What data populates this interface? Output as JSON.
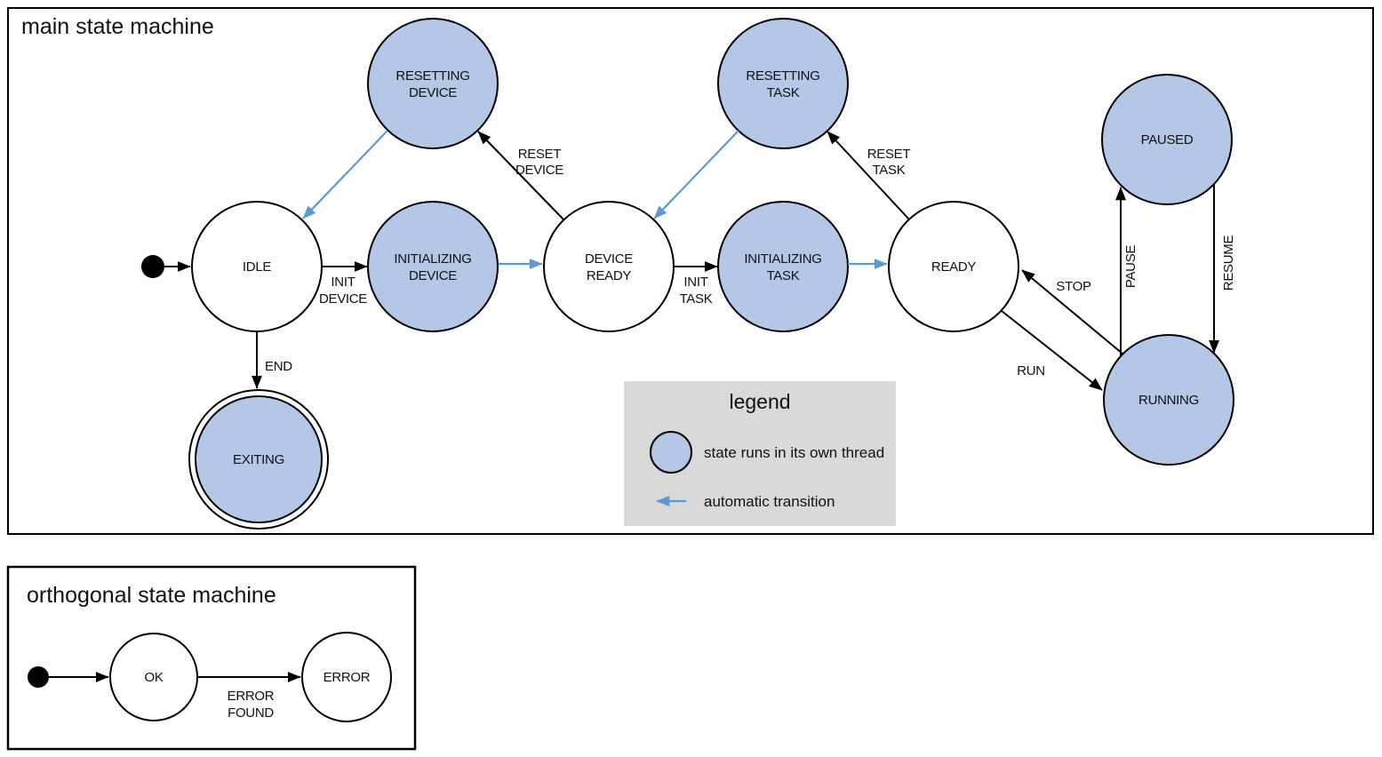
{
  "colors": {
    "threaded_state_fill": "#b4c7e7",
    "plain_state_fill": "#ffffff",
    "state_stroke": "#000000",
    "auto_transition_blue": "#5b9bd5",
    "legend_background": "#d9d9d9"
  },
  "main": {
    "title": "main state machine",
    "states": {
      "idle": {
        "label": "IDLE"
      },
      "resetting_device": {
        "line1": "RESETTING",
        "line2": "DEVICE"
      },
      "initializing_device": {
        "line1": "INITIALIZING",
        "line2": "DEVICE"
      },
      "device_ready": {
        "line1": "DEVICE",
        "line2": "READY"
      },
      "resetting_task": {
        "line1": "RESETTING",
        "line2": "TASK"
      },
      "initializing_task": {
        "line1": "INITIALIZING",
        "line2": "TASK"
      },
      "ready": {
        "label": "READY"
      },
      "paused": {
        "label": "PAUSED"
      },
      "running": {
        "label": "RUNNING"
      },
      "exiting": {
        "label": "EXITING"
      }
    },
    "transitions": {
      "init_device": {
        "line1": "INIT",
        "line2": "DEVICE"
      },
      "reset_device": {
        "line1": "RESET",
        "line2": "DEVICE"
      },
      "init_task": {
        "line1": "INIT",
        "line2": "TASK"
      },
      "reset_task": {
        "line1": "RESET",
        "line2": "TASK"
      },
      "end": {
        "label": "END"
      },
      "stop": {
        "label": "STOP"
      },
      "run": {
        "label": "RUN"
      },
      "pause": {
        "label": "PAUSE"
      },
      "resume": {
        "label": "RESUME"
      }
    }
  },
  "legend": {
    "title": "legend",
    "threaded_state_label": "state runs in its own thread",
    "auto_transition_label": "automatic transition"
  },
  "orthogonal": {
    "title": "orthogonal state machine",
    "states": {
      "ok": {
        "label": "OK"
      },
      "error": {
        "label": "ERROR"
      }
    },
    "transitions": {
      "error_found": {
        "line1": "ERROR",
        "line2": "FOUND"
      }
    }
  }
}
